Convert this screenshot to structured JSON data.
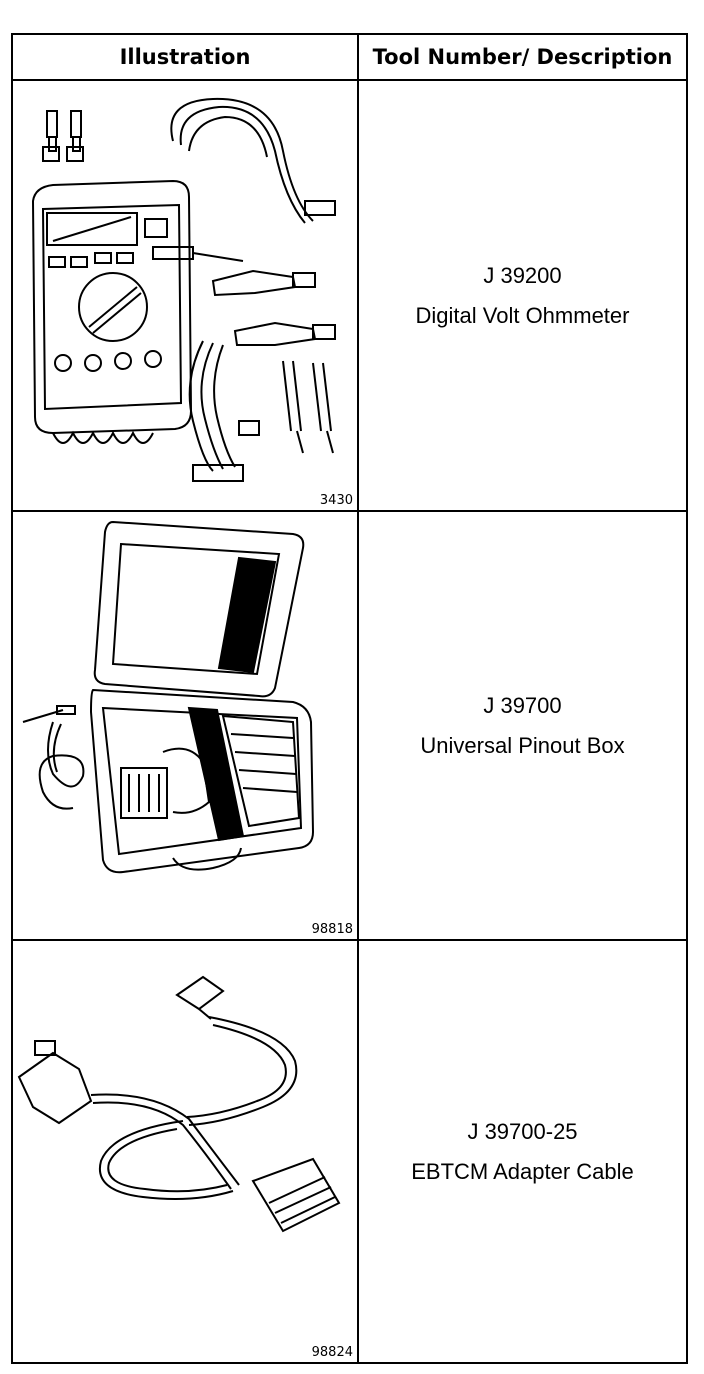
{
  "table": {
    "headers": {
      "illustration": "Illustration",
      "tool": "Tool Number/ Description"
    },
    "rows": [
      {
        "figure_number": "3430",
        "tool_number": "J 39200",
        "description": "Digital Volt Ohmmeter",
        "illustration_icon": "digital-multimeter-icon"
      },
      {
        "figure_number": "98818",
        "tool_number": "J 39700",
        "description": "Universal Pinout Box",
        "illustration_icon": "pinout-box-case-icon"
      },
      {
        "figure_number": "98824",
        "tool_number": "J 39700-25",
        "description": "EBTCM Adapter Cable",
        "illustration_icon": "adapter-cable-icon"
      }
    ]
  }
}
